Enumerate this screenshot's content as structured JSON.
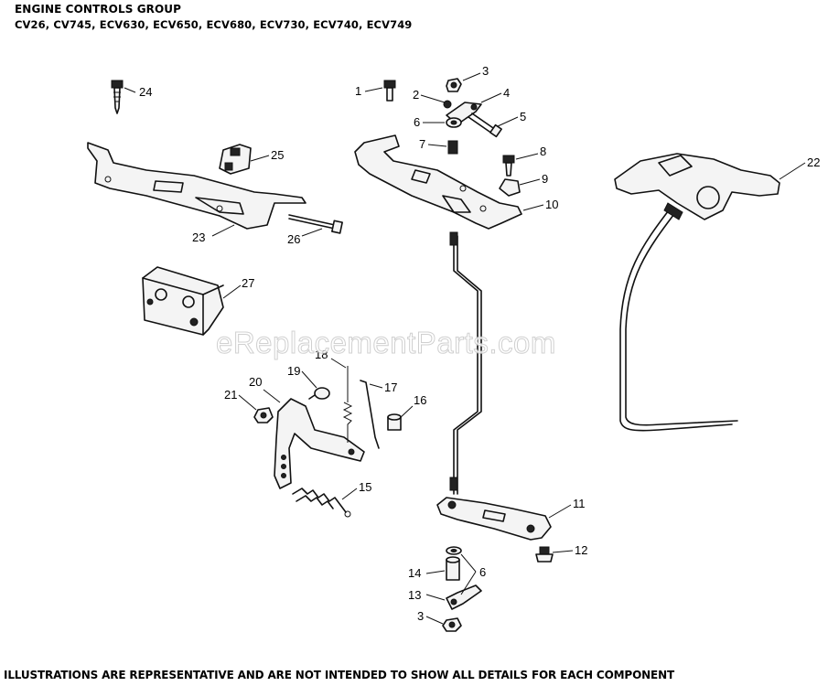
{
  "header": {
    "title": "ENGINE CONTROLS GROUP",
    "models": "CV26, CV745, ECV630, ECV650, ECV680, ECV730, ECV740, ECV749"
  },
  "watermark": "eReplacementParts.com",
  "footer": "ILLUSTRATIONS ARE REPRESENTATIVE AND ARE NOT INTENDED TO SHOW ALL DETAILS FOR EACH COMPONENT",
  "callouts": [
    "1",
    "2",
    "3",
    "4",
    "5",
    "6",
    "7",
    "8",
    "9",
    "10",
    "11",
    "12",
    "13",
    "14",
    "6",
    "3",
    "15",
    "16",
    "17",
    "18",
    "19",
    "20",
    "21",
    "22",
    "23",
    "24",
    "25",
    "26",
    "27"
  ]
}
